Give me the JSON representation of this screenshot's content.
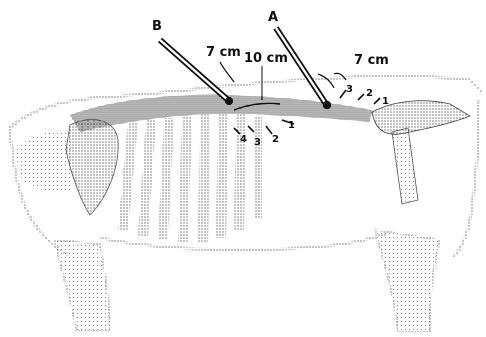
{
  "needles": [
    {
      "id": "A",
      "label": "A"
    },
    {
      "id": "B",
      "label": "B"
    }
  ],
  "measurements": {
    "b_depth": "7 cm",
    "span": "10 cm",
    "a_depth": "7 cm"
  },
  "rib_markers": [
    "4",
    "3",
    "2",
    "1"
  ],
  "lumbar_markers": [
    "3",
    "2",
    "1"
  ],
  "colors": {
    "stipple": "#5a5a5a",
    "ink": "#111111"
  }
}
